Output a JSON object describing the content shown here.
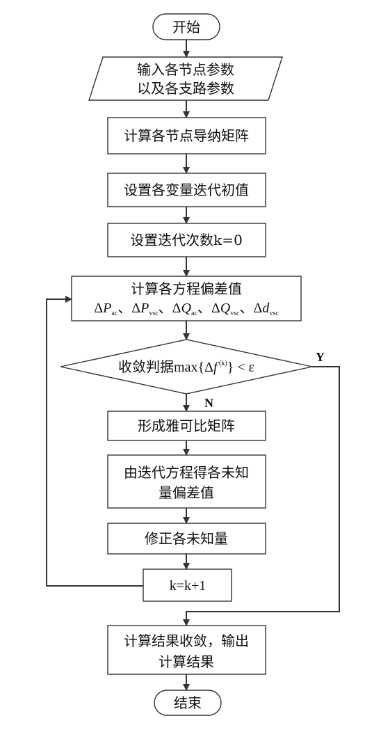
{
  "nodes": {
    "start": "开始",
    "input_line1": "输入各节点参数",
    "input_line2": "以及各支路参数",
    "admittance": "计算各节点导纳矩阵",
    "init": "设置各变量迭代初值",
    "iter_zero": "设置迭代次数k=0",
    "mismatch_title": "计算各方程偏差值",
    "mismatch_terms": [
      {
        "delta": "Δ",
        "var": "P",
        "sub": "ac"
      },
      {
        "delta": "Δ",
        "var": "P",
        "sub": "vsc"
      },
      {
        "delta": "Δ",
        "var": "Q",
        "sub": "ac"
      },
      {
        "delta": "Δ",
        "var": "Q",
        "sub": "vsc"
      },
      {
        "delta": "Δ",
        "var": "d",
        "sub": "vsc"
      }
    ],
    "mismatch_separator": "、",
    "decision_prefix": "收敛判据",
    "decision_max": "max{Δ",
    "decision_f": "f",
    "decision_sup": "(k)",
    "decision_suffix": "} < ε",
    "jacobian": "形成雅可比矩阵",
    "solve_line1": "由迭代方程得各未知",
    "solve_line2": "量偏差值",
    "correct": "修正各未知量",
    "increment": "k=k+1",
    "result_line1": "计算结果收敛，输出",
    "result_line2": "计算结果",
    "end": "结束"
  },
  "branches": {
    "yes": "Y",
    "no": "N"
  }
}
